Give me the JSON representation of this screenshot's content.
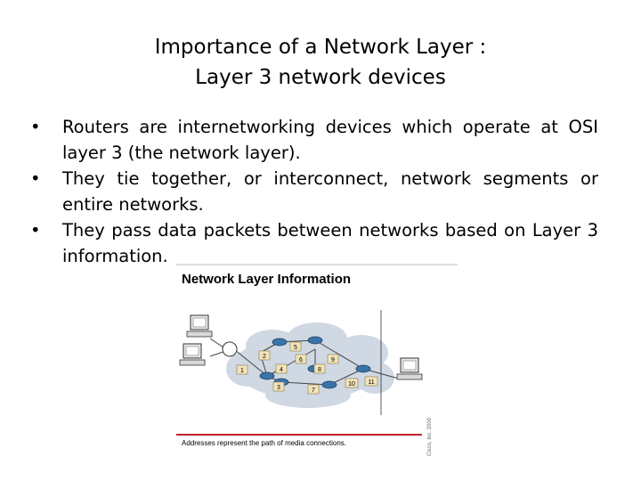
{
  "slide": {
    "title_line1": "Importance of a Network Layer :",
    "title_line2": "Layer 3 network devices"
  },
  "bullets": [
    "Routers are internetworking devices which operate at OSI layer 3 (the network layer).",
    "They tie together, or interconnect, network segments or entire networks.",
    "They pass data packets between networks based on Layer 3 information."
  ],
  "bullet_symbol": "•",
  "figure": {
    "title": "Network Layer Information",
    "caption": "Addresses represent the path of media connections.",
    "credit": "Cisco, Inc. 2000",
    "node_labels": [
      "1",
      "2",
      "3",
      "4",
      "5",
      "6",
      "7",
      "8",
      "9",
      "10",
      "11"
    ],
    "accent_color": "#c0202a",
    "cloud_color": "#cfd8e3",
    "router_color": "#3a73a8"
  }
}
